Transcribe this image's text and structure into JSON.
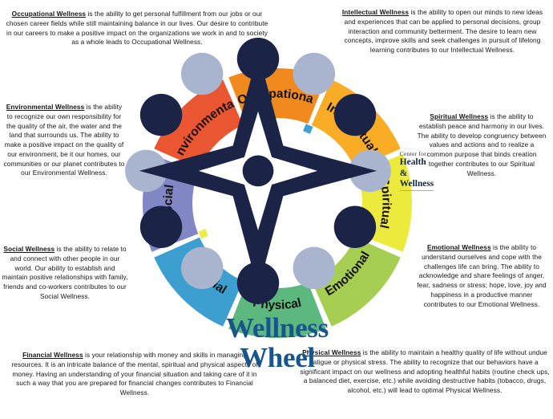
{
  "title": {
    "line1": "Wellness",
    "line2": "Wheel"
  },
  "logo": {
    "name": "center-for-health-and-wellness-logo",
    "line1": "Center for",
    "line2": "Health & Wellness",
    "star_color": "#1b2447",
    "dot_dark": "#1b2447",
    "dot_light": "#a9b4ce",
    "underline_color": "#c9a46a"
  },
  "wheel": {
    "segments": [
      {
        "key": "occupational",
        "label": "Occupational",
        "color": "#f08a1e",
        "marker_color": "#8cc63f"
      },
      {
        "key": "intellectual",
        "label": "Intellectual",
        "color": "#f9ac25",
        "marker_color": "#3e9fd4"
      },
      {
        "key": "spiritual",
        "label": "Spiritual",
        "color": "#ecea3d",
        "marker_color": "#7b7fc4"
      },
      {
        "key": "emotional",
        "label": "Emotional",
        "color": "#a6ce52",
        "marker_color": "#e8502a"
      },
      {
        "key": "physical",
        "label": "Physical",
        "color": "#5cb87f",
        "marker_color": "#f0872a"
      },
      {
        "key": "financial",
        "label": "Financial",
        "color": "#3c9fd0",
        "marker_color": "#f2b33c"
      },
      {
        "key": "social",
        "label": "Social",
        "color": "#8186c4",
        "marker_color": "#eeea4e"
      },
      {
        "key": "environmental",
        "label": "Environmental",
        "color": "#ea5532",
        "marker_color": "#8cc63f"
      }
    ],
    "title_color": "#18558c"
  },
  "descriptions": {
    "occupational": {
      "term": "Occupational Wellness",
      "body": " is the ability to get personal fulfillment from our jobs or our chosen career fields while still maintaining balance in our lives. Our desire to contribute in our careers to make a positive impact on the organizations we work in and to society as a whole leads to Occupational Wellness."
    },
    "intellectual": {
      "term": "Intellectual Wellness",
      "body": " is the ability to open our minds to new ideas and experiences that can be applied to personal decisions, group interaction and community betterment. The desire to learn new concepts, improve skills and seek challenges in pursuit of lifelong learning contributes to our Intellectual Wellness."
    },
    "environmental": {
      "term": "Environmental Wellness",
      "body": " is the ability to recognize our own responsibility for the quality of the air, the water and the land that surrounds us. The ability to make a positive impact on the quality of our environment, be it our homes, our communities or our planet contributes to our Environmental Wellness."
    },
    "spiritual": {
      "term": "Spiritual Wellness",
      "body": " is the ability to establish peace and harmony in our lives. The ability to develop congruency between values and actions and to realize a common purpose that binds creation together contributes to our Spiritual Wellness."
    },
    "social": {
      "term": "Social Wellness",
      "body": " is the ability to relate to and connect with other people in our world. Our ability to establish and maintain positive relationships with family, friends and co-workers contributes to our Social Wellness."
    },
    "emotional": {
      "term": "Emotional Wellness",
      "body": " is the ability to understand ourselves and cope with the challenges life can bring. The ability to acknowledge and share feelings of anger, fear, sadness or stress; hope, love, joy and happiness in a productive manner contributes to our Emotional Wellness."
    },
    "financial": {
      "term": "Financial Wellness",
      "body": " is your relationship with money and skills in managing resources. It is an intricate balance of the mental, spiritual and physical aspects of money. Having an understanding of your financial situation and taking care of it in such a way that you are prepared for financial changes contributes to Financial Wellness."
    },
    "physical": {
      "term": "Physical Wellness",
      "body": " is the ability to maintain a healthy quality of life without undue fatigue or physical stress. The ability to recognize that our behaviors have a significant impact on our wellness and adopting healthful habits (routine check ups, a balanced diet, exercise, etc.) while avoiding destructive habits (tobacco, drugs, alcohol, etc.) will lead to optimal Physical Wellness."
    }
  }
}
